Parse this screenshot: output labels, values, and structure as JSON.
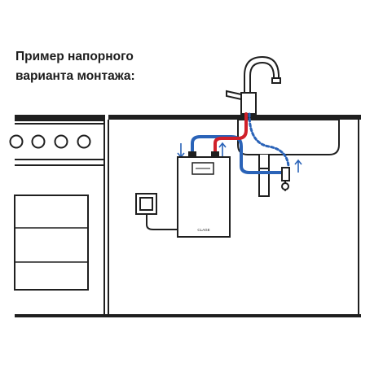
{
  "caption": {
    "line1": "Пример напорного",
    "line2": "варианта монтажа:"
  },
  "colors": {
    "line": "#1f1f1f",
    "hot_pipe": "#d0202a",
    "cold_pipe": "#2a63b8",
    "flow_arrow": "#2a63b8"
  },
  "heater_brand": "CLAGE"
}
